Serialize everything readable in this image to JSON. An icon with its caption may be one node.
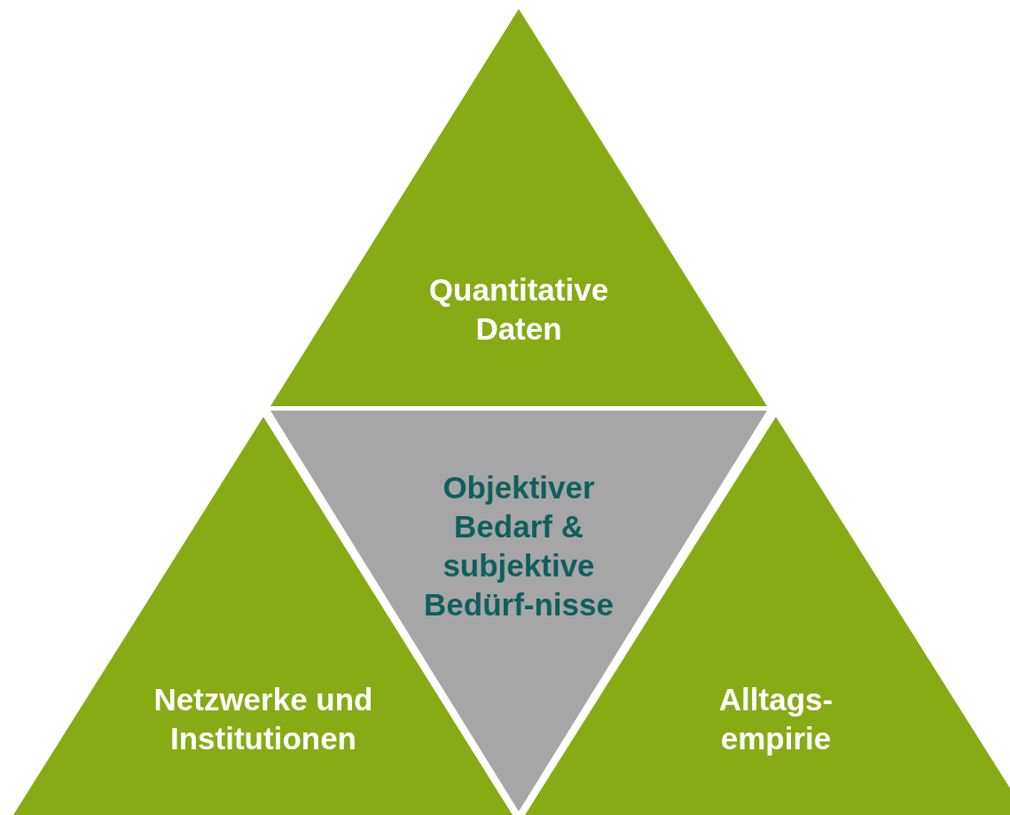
{
  "diagram": {
    "nodes": [
      {
        "text": [
          "Quantitative Daten"
        ]
      },
      {
        "text": [
          "Objektiver Bedarf & subjektive Bedürf-nisse"
        ]
      },
      {
        "text": [
          "Netzwerke und Institutionen"
        ]
      },
      {
        "text": [
          "Alltags-empirie"
        ]
      }
    ]
  }
}
